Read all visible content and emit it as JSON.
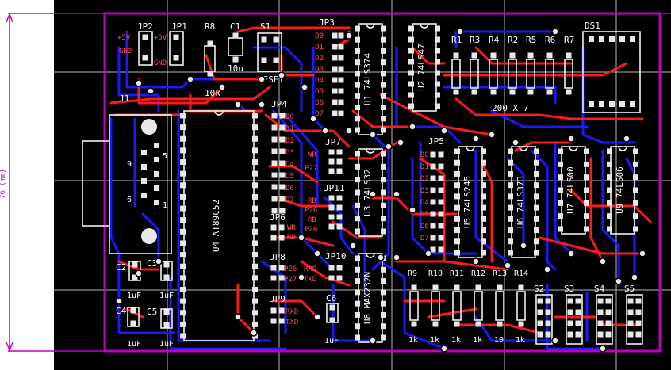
{
  "colors": {
    "background": "#000000",
    "margin": "#ffffff",
    "outline": "#c000c0",
    "top_copper": "#ff1a1a",
    "bottom_copper": "#1a1aff",
    "silk": "#ffffff",
    "pad": "#e8e8e8",
    "grid": "#d8d8d8",
    "dim_line": "#c000c0"
  },
  "dimension": {
    "label": "76 (mm)"
  },
  "connectors": {
    "jp2": {
      "ref": "JP2",
      "pin1": "+5V",
      "pin2": "GND"
    },
    "jp1": {
      "ref": "JP1",
      "pin1": "+5V",
      "pin2": "GND"
    },
    "r8": {
      "ref": "R8",
      "value": "10k"
    },
    "c1": {
      "ref": "C1",
      "value": "10u"
    },
    "s1": {
      "ref": "S1",
      "value": "RESET"
    },
    "j1": {
      "ref": "J1",
      "pins": [
        "5",
        "9",
        "6",
        "1"
      ]
    },
    "jp3": {
      "ref": "JP3",
      "pins": [
        "D0",
        "D1",
        "D2",
        "D3",
        "D4",
        "D5",
        "D6",
        "D7"
      ]
    },
    "jp4": {
      "ref": "JP4",
      "pins": [
        "D0",
        "D1",
        "D2",
        "D3",
        "D4",
        "D5",
        "D6",
        "D7"
      ]
    },
    "jp5": {
      "ref": "JP5",
      "pins": [
        "D0",
        "D1",
        "D2",
        "D3",
        "D4",
        "D5",
        "D6",
        "D7"
      ]
    },
    "jp7": {
      "ref": "JP7",
      "pins": [
        "WR",
        "P27"
      ]
    },
    "jp11": {
      "ref": "JP11",
      "pins": [
        "RD",
        "P26",
        "RD",
        "P26"
      ]
    },
    "jp6": {
      "ref": "JP6",
      "pins": [
        "WR",
        "RD"
      ]
    },
    "jp8": {
      "ref": "JP8",
      "pins": [
        "P26",
        "P27"
      ]
    },
    "jp10": {
      "ref": "JP10",
      "pins": [
        "RXD",
        "TXD"
      ]
    },
    "jp9": {
      "ref": "JP9",
      "pins": [
        "RXD",
        "TXD"
      ]
    }
  },
  "chips": {
    "u4": {
      "ref": "U4",
      "part": "AT89C52"
    },
    "u1": {
      "ref": "U1",
      "part": "74LS374"
    },
    "u2": {
      "ref": "U2",
      "part": "74LS47"
    },
    "u3": {
      "ref": "U3",
      "part": "74LS32"
    },
    "u8": {
      "ref": "U8",
      "part": "MAX232N"
    },
    "u5": {
      "ref": "U5",
      "part": "74LS245"
    },
    "u6": {
      "ref": "U6",
      "part": "74LS373"
    },
    "u7": {
      "ref": "U7",
      "part": "74LS00"
    },
    "u9": {
      "ref": "U9",
      "part": "74LS06"
    }
  },
  "display": {
    "ref": "DS1"
  },
  "resistor_array": {
    "refs": [
      "R1",
      "R3",
      "R4",
      "R2",
      "R5",
      "R6",
      "R7"
    ],
    "value": "200 X 7"
  },
  "resistor_row2": {
    "refs": [
      "R9",
      "R10",
      "R11",
      "R12",
      "R13",
      "R14"
    ],
    "values": [
      "1k",
      "1k",
      "1k",
      "1k",
      "10",
      "1k"
    ]
  },
  "caps": {
    "c2": {
      "ref": "C2",
      "value": "1uF"
    },
    "c3": {
      "ref": "C3",
      "value": "1uF"
    },
    "c4": {
      "ref": "C4",
      "value": "1uF"
    },
    "c5": {
      "ref": "C5",
      "value": "1uF"
    },
    "c6": {
      "ref": "C6",
      "value": "1uF"
    }
  },
  "switches": [
    "S2",
    "S3",
    "S4",
    "S5"
  ]
}
